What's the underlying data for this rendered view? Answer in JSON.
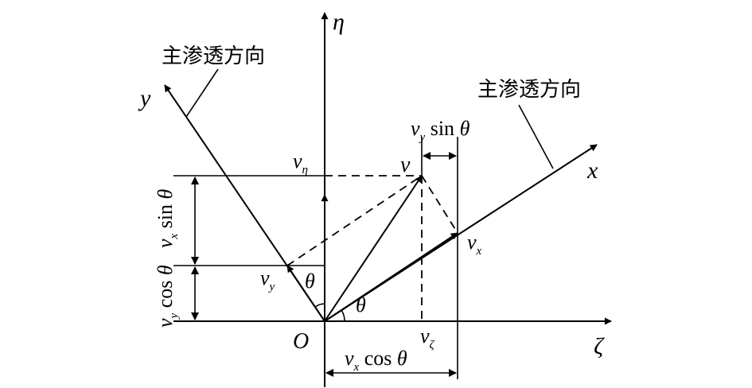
{
  "labels": {
    "main_dir_left": "主渗透方向",
    "main_dir_right": "主渗透方向",
    "axis_eta": "η",
    "axis_zeta": "ζ",
    "axis_x": "x",
    "axis_y": "y",
    "origin": "O",
    "v": "v",
    "v_eta_v": "v",
    "v_eta_sub": "η",
    "v_zeta_v": "v",
    "v_zeta_sub": "ζ",
    "v_x_v": "v",
    "v_x_sub": "x",
    "v_y_v": "v",
    "v_y_sub": "y",
    "theta_upper": "θ",
    "theta_lower": "θ",
    "top_v": "v",
    "top_sub": "y",
    "top_fn": " sin ",
    "top_theta": "θ",
    "bottom_v": "v",
    "bottom_sub": "x",
    "bottom_fn": " cos ",
    "bottom_theta": "θ",
    "left_cos_v": "v",
    "left_cos_sub": "y",
    "left_cos_fn": " cos ",
    "left_cos_theta": "θ",
    "left_sin_v": "v",
    "left_sin_sub": "x",
    "left_sin_fn": " sin ",
    "left_sin_theta": "θ"
  }
}
